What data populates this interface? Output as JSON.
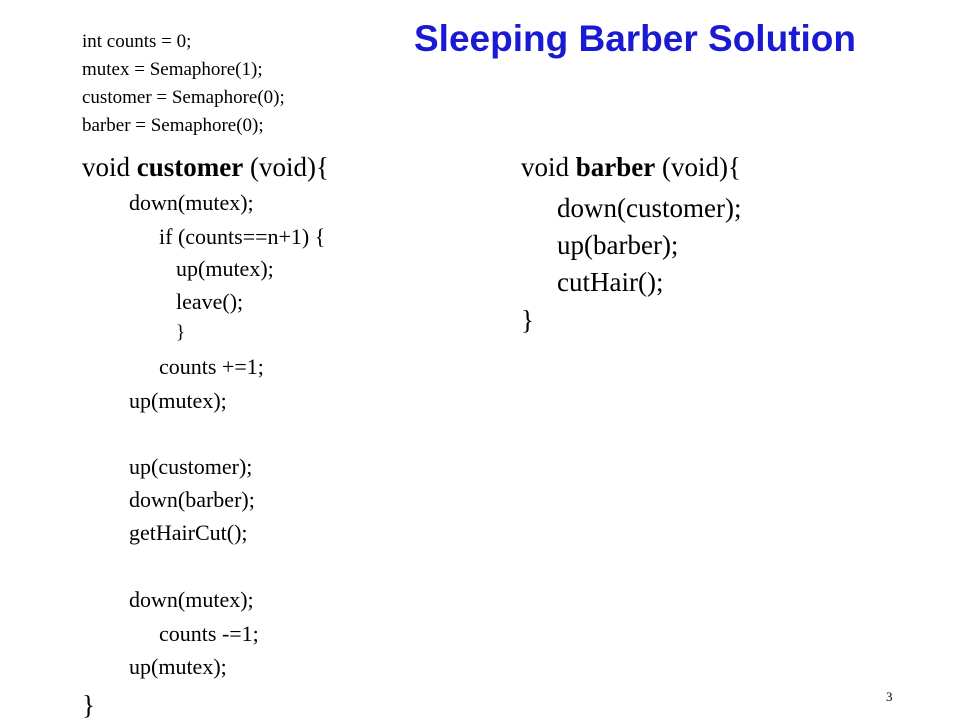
{
  "title": "Sleeping Barber Solution",
  "page_number": "3",
  "title_color": "#1a1ad2",
  "declarations": [
    "int counts = 0;",
    "mutex = Semaphore(1);",
    "customer = Semaphore(0);",
    "barber = Semaphore(0);"
  ],
  "customer": {
    "sig_prefix": "void ",
    "sig_name": "customer",
    "sig_suffix": " (void){",
    "lines": [
      "down(mutex);",
      "if (counts==n+1) {",
      "up(mutex);",
      "leave();",
      "}",
      "counts +=1;",
      "up(mutex);",
      "up(customer);",
      "down(barber);",
      "getHairCut();",
      "down(mutex);",
      "counts -=1;",
      "up(mutex);"
    ],
    "close": "}"
  },
  "barber": {
    "sig_prefix": "void ",
    "sig_name": "barber",
    "sig_suffix": " (void){",
    "lines": [
      "down(customer);",
      "up(barber);",
      "cutHair();"
    ],
    "close": "}"
  }
}
